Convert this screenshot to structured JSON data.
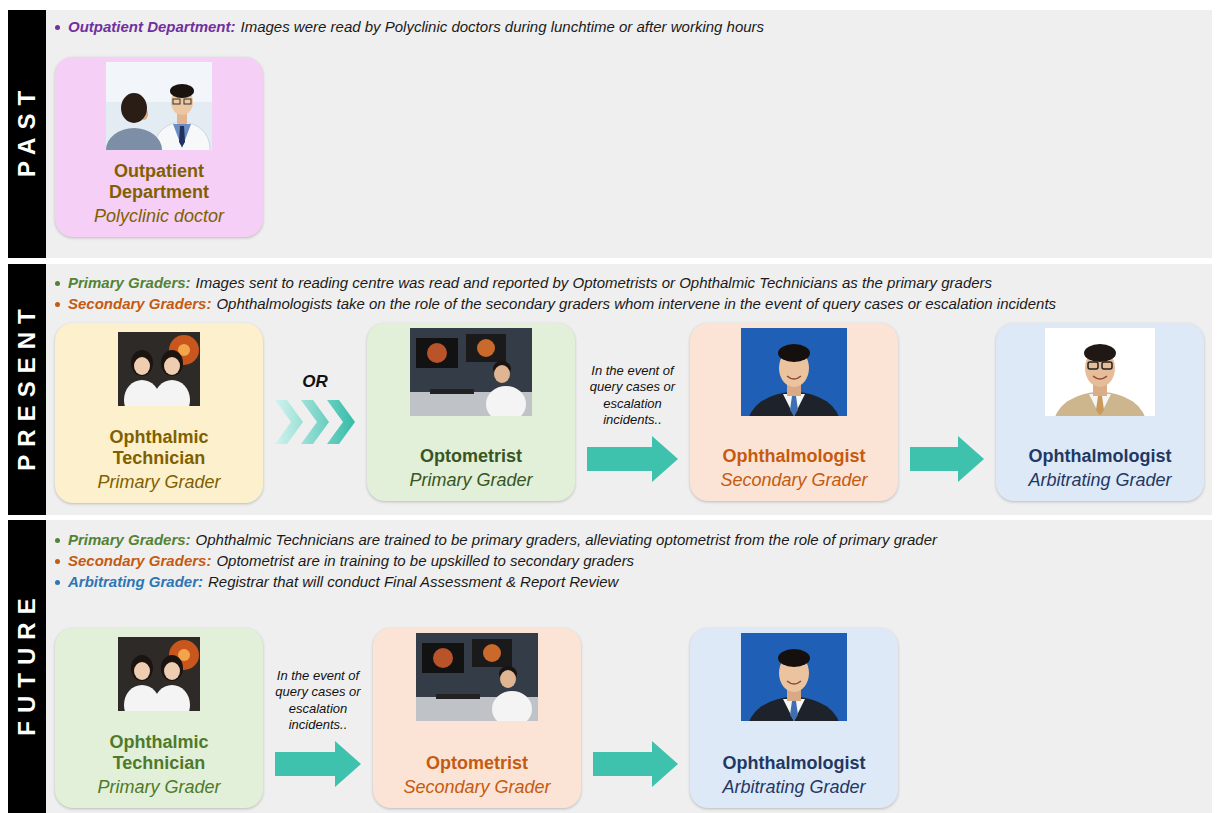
{
  "diagram": {
    "nodes": [
      {
        "text": [
          "PAST",
          "Outpatient Department:",
          "Images were read by Polyclinic doctors during lunchtime or after working hours"
        ]
      },
      {
        "text": [
          "Outpatient Department",
          "Polyclinic doctor"
        ],
        "in": 0
      },
      {
        "text": [
          "PRESENT",
          "Primary Graders:",
          "Images sent to reading centre was read and reported by Optometrists or Ophthalmic Technicians as the primary graders",
          "Secondary Graders:",
          "Ophthalmologists take on the role of the secondary graders whom intervene in the event of query cases or escalation incidents"
        ]
      },
      {
        "text": [
          "Ophthalmic Technician",
          "Primary Grader"
        ],
        "in": 2
      },
      {
        "text": [
          "Optometrist",
          "Primary Grader"
        ],
        "in": 2
      },
      {
        "text": [
          "Ophthalmologist",
          "Secondary Grader"
        ],
        "in": 2
      },
      {
        "text": [
          "Ophthalmologist",
          "Arbitrating Grader"
        ],
        "in": 2
      },
      {
        "text": [
          "FUTURE",
          "Primary Graders:",
          "Ophthalmic Technicians are trained to be primary graders, alleviating optometrist from the role of primary grader",
          "Secondary Graders:",
          "Optometrist are in training to be upskilled to secondary graders",
          "Arbitrating Grader:",
          "Registrar that will conduct Final Assessment & Report Review"
        ]
      },
      {
        "text": [
          "Ophthalmic Technician",
          "Primary Grader"
        ],
        "in": 7
      },
      {
        "text": [
          "Optometrist",
          "Secondary Grader"
        ],
        "in": 7
      },
      {
        "text": [
          "Ophthalmologist",
          "Arbitrating Grader"
        ],
        "in": 7
      }
    ],
    "edges": [
      {
        "from": 3,
        "to": 4,
        "label": "OR",
        "arrow": "to"
      },
      {
        "from": 4,
        "to": 5,
        "label": "In the event of query cases or escalation incidents..",
        "arrow": "to"
      },
      {
        "from": 5,
        "to": 6,
        "arrow": "to"
      },
      {
        "from": 8,
        "to": 9,
        "label": "In the event of query cases or escalation incidents..",
        "arrow": "to"
      },
      {
        "from": 9,
        "to": 10,
        "arrow": "to"
      }
    ]
  }
}
